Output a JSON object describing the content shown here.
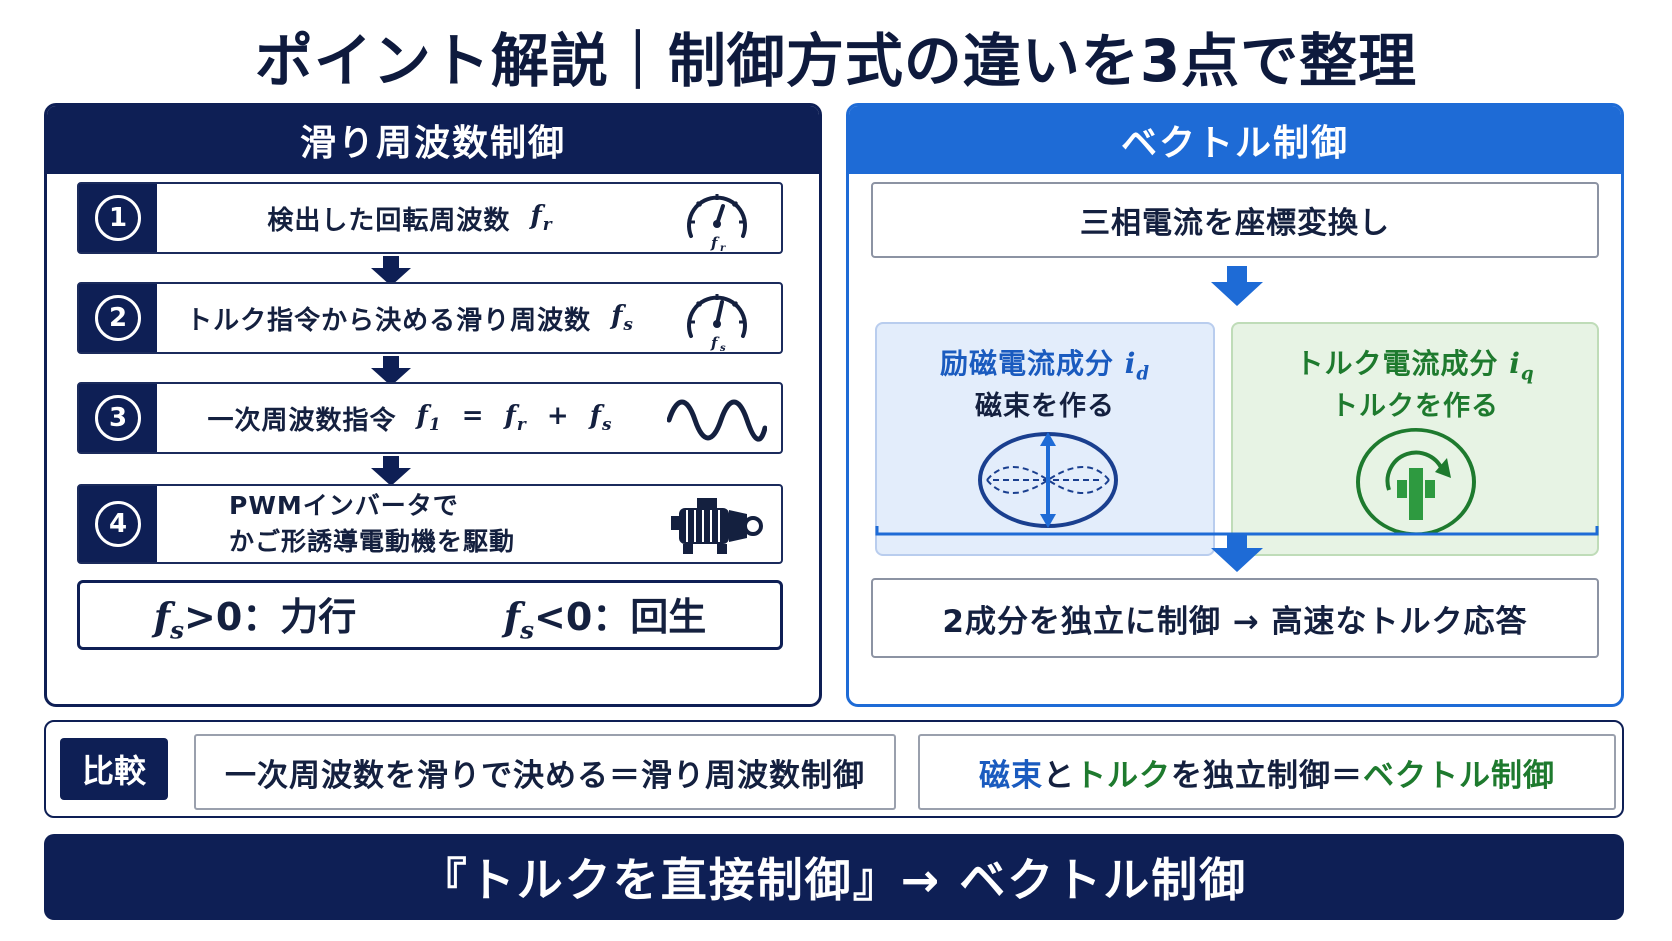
{
  "title": "ポイント解説｜制御方式の違いを3点で整理",
  "left_panel": {
    "header": "滑り周波数制御",
    "steps": [
      {
        "num": "1",
        "text": "検出した回転周波数",
        "math": "f",
        "math_sub": "r",
        "icon": "speedometer-fr-icon",
        "icon_label": "f",
        "icon_sub": "r"
      },
      {
        "num": "2",
        "text": "トルク指令から決める滑り周波数",
        "math": "f",
        "math_sub": "s",
        "icon": "speedometer-fs-icon",
        "icon_label": "f",
        "icon_sub": "s"
      },
      {
        "num": "3",
        "text": "一次周波数指令",
        "formula": {
          "lhs": "f",
          "lhs_sub": "1",
          "eq": "=",
          "a": "f",
          "a_sub": "r",
          "plus": "+",
          "b": "f",
          "b_sub": "s"
        },
        "icon": "sine-wave-icon"
      },
      {
        "num": "4",
        "line1": "PWMインバータで",
        "line2": "かご形誘導電動機を駆動",
        "icon": "motor-icon"
      }
    ],
    "fs_box": {
      "left": {
        "var": "f",
        "sub": "s",
        "rel": ">",
        "val": "0",
        "sep": "：",
        "label": "力行"
      },
      "right": {
        "var": "f",
        "sub": "s",
        "rel": "<",
        "val": "0",
        "sep": "：",
        "label": "回生"
      }
    }
  },
  "right_panel": {
    "header": "ベクトル制御",
    "top_box": "三相電流を座標変換し",
    "excitation": {
      "title": "励磁電流成分",
      "var": "i",
      "sub": "d",
      "line2": "磁束を作る",
      "icon": "magnetic-flux-icon"
    },
    "torque": {
      "title": "トルク電流成分",
      "var": "i",
      "sub": "q",
      "line2": "トルクを作る",
      "icon": "rotation-torque-icon"
    },
    "bottom_box": "2成分を独立に制御 → 高速なトルク応答"
  },
  "compare": {
    "label": "比較",
    "left": "一次周波数を滑りで決める＝滑り周波数制御",
    "right": {
      "p1": "磁束",
      "p2": "と",
      "p3": "トルク",
      "p4": "を独立制御＝",
      "p5": "ベクトル制御"
    }
  },
  "bottom": "『トルクを直接制御』→ ベクトル制御",
  "colors": {
    "navy": "#0e1f55",
    "blue": "#1e6bd6",
    "green": "#1e7a2e",
    "light_blue": "#e3edfb",
    "light_green": "#e7f3e4"
  }
}
